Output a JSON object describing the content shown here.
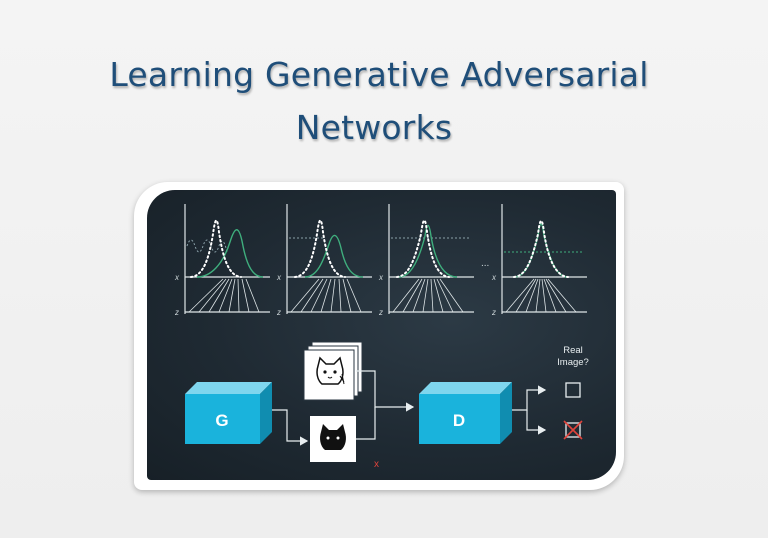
{
  "title": {
    "line1": "Learning Generative Adversarial",
    "line2": "Networks"
  },
  "diagram": {
    "generator_label": "G",
    "discriminator_label": "D",
    "question_label_line1": "Real",
    "question_label_line2": "Image?",
    "fake_mark": "x",
    "ellipsis": "...",
    "axis_z": "z",
    "axis_x": "x",
    "colors": {
      "panel_bg": "#1f2a33",
      "box_face": "#1ab3dc",
      "box_top": "#7fd6ee",
      "box_side": "#108db0",
      "data_dots": "#ffffff",
      "generator_curve": "#3fae7d",
      "discriminator_line": "#8aa0a8",
      "fake_red": "#e0433b",
      "title": "#1f4e79"
    },
    "icons": [
      "cat-outline-icon",
      "cat-silhouette-icon",
      "checkbox-icon",
      "crossed-checkbox-icon"
    ]
  }
}
